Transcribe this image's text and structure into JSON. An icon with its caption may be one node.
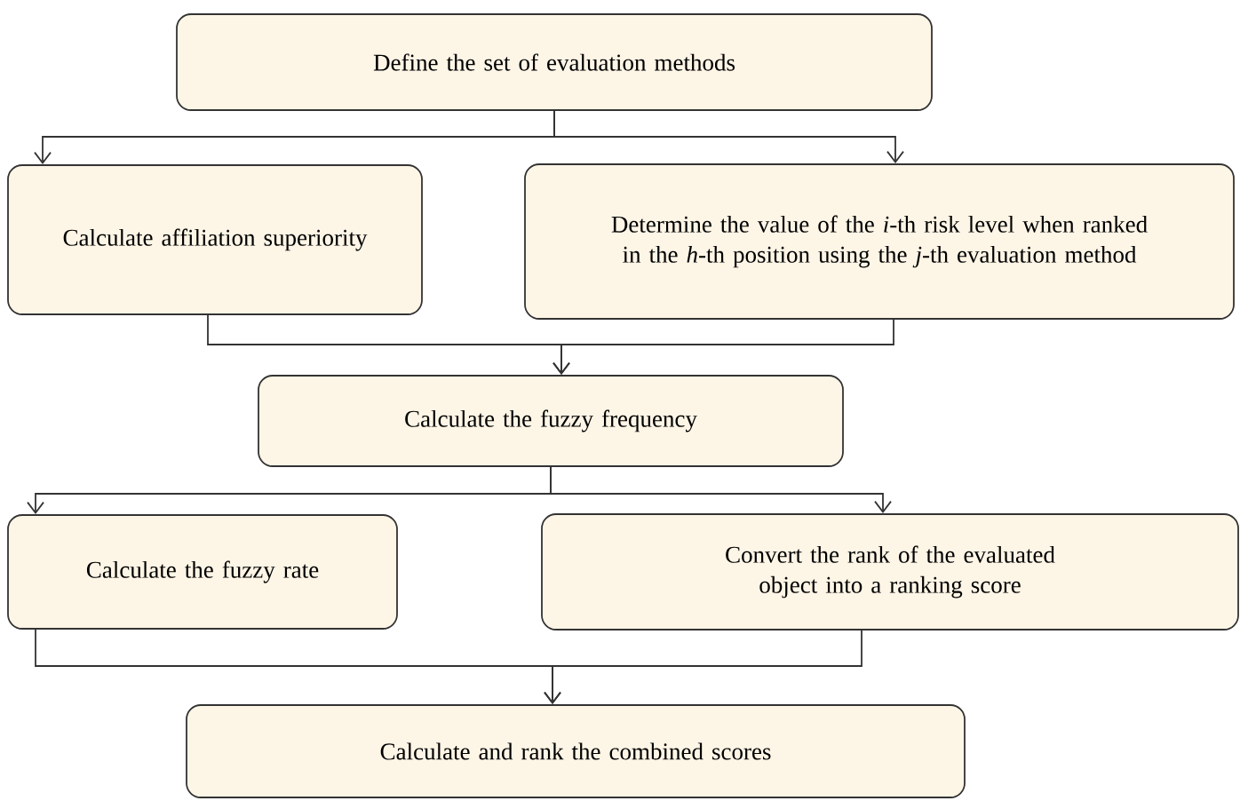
{
  "diagram": {
    "nodes": [
      {
        "text": [
          "Define the set of evaluation methods"
        ]
      },
      {
        "text": [
          "Calculate affiliation superiority"
        ]
      },
      {
        "text": [
          "Determine the value of the *i*-th risk level when ranked in the *h*-th position using the *j*-th evaluation method"
        ]
      },
      {
        "text": [
          "Calculate the fuzzy frequency"
        ]
      },
      {
        "text": [
          "Calculate the fuzzy rate"
        ]
      },
      {
        "text": [
          "Convert the rank of the evaluated object into a ranking score"
        ]
      },
      {
        "text": [
          "Calculate and rank the combined scores"
        ]
      }
    ],
    "edges": [
      {
        "from": 0,
        "to": 1,
        "arrow": "to"
      },
      {
        "from": 0,
        "to": 2,
        "arrow": "to"
      },
      {
        "from": 1,
        "to": 3,
        "arrow": "to"
      },
      {
        "from": 2,
        "to": 3,
        "arrow": "to"
      },
      {
        "from": 3,
        "to": 4,
        "arrow": "to"
      },
      {
        "from": 3,
        "to": 5,
        "arrow": "to"
      },
      {
        "from": 4,
        "to": 6,
        "arrow": "to"
      },
      {
        "from": 5,
        "to": 6,
        "arrow": "to"
      }
    ]
  }
}
